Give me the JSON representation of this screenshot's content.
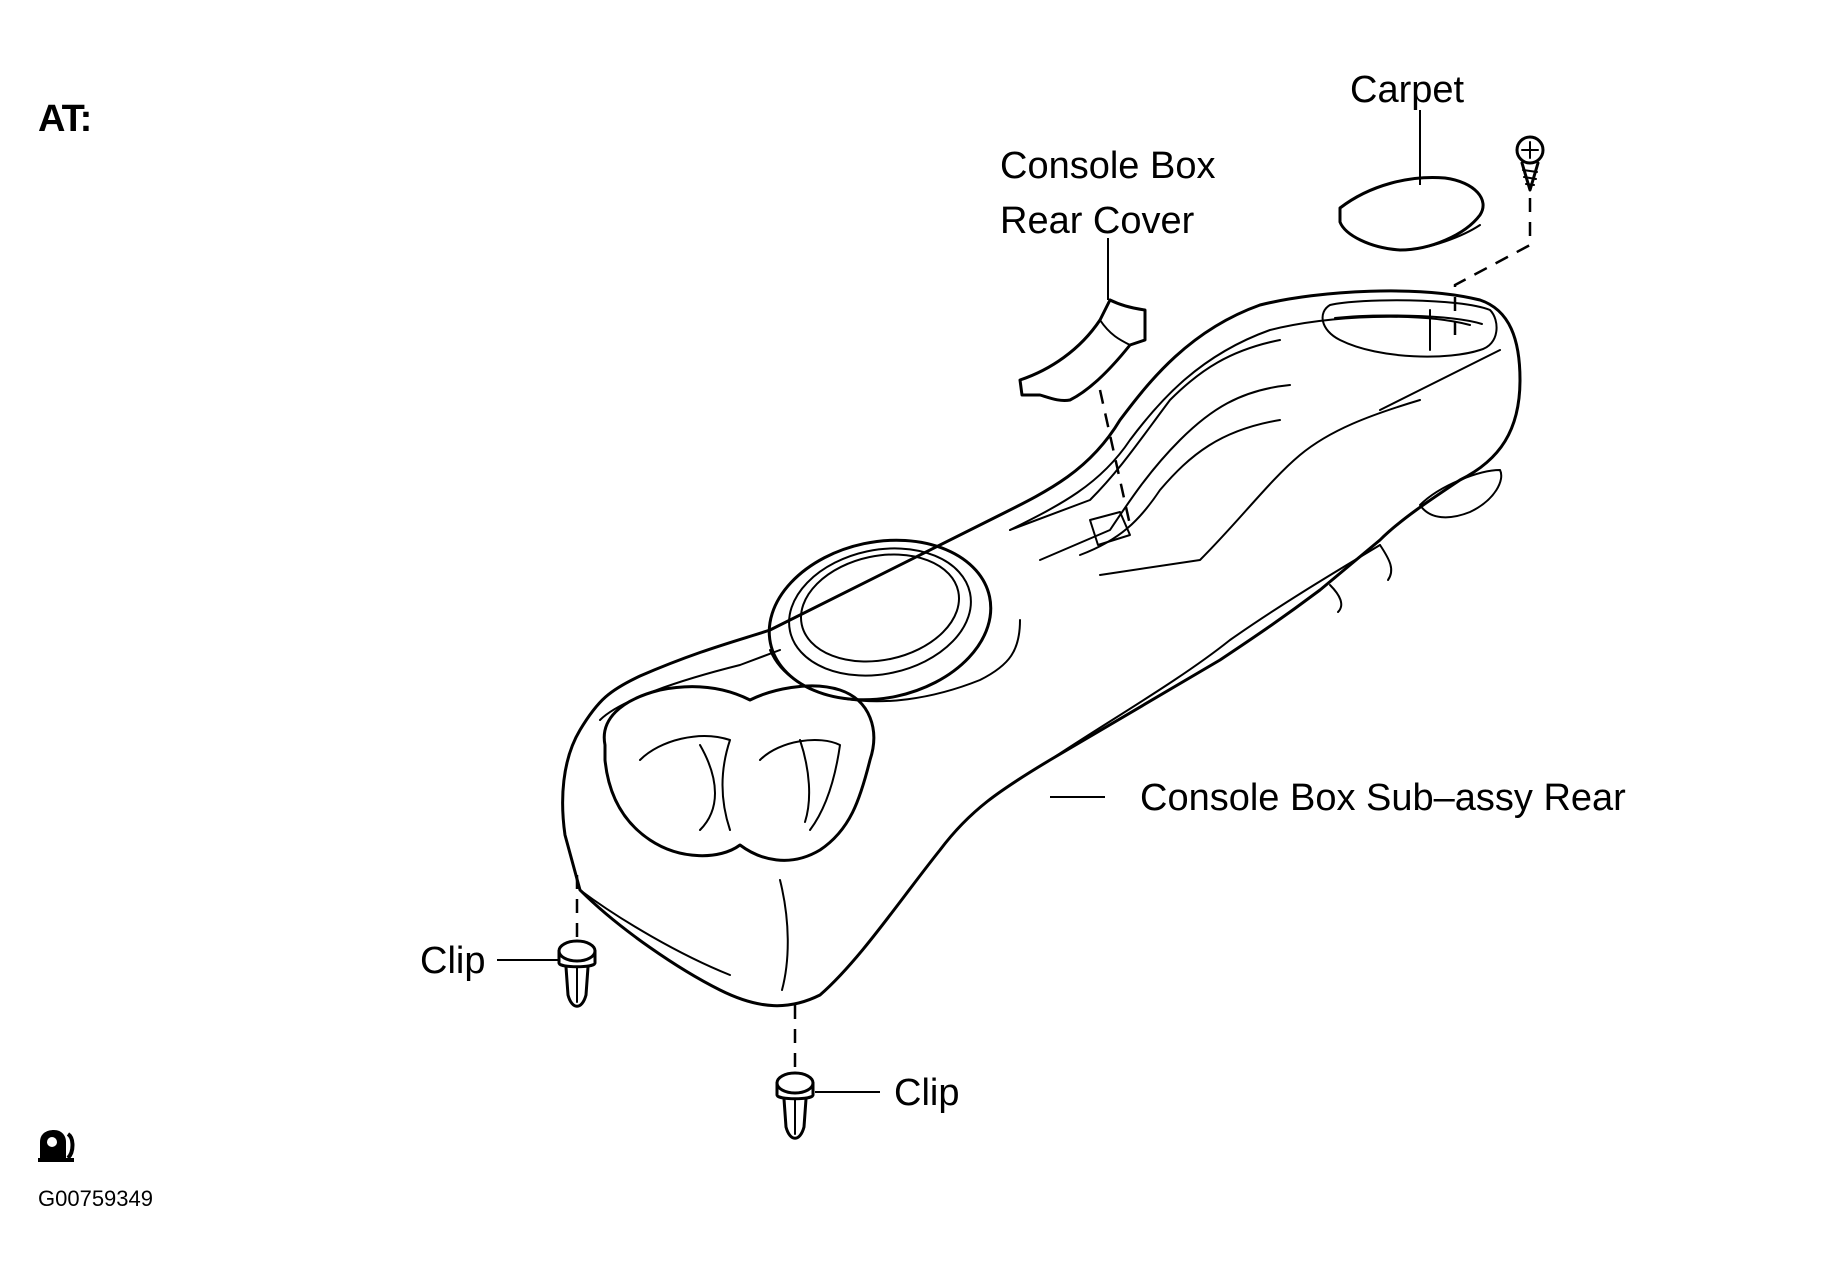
{
  "heading": "AT:",
  "figure_id": "G00759349",
  "labels": {
    "carpet": "Carpet",
    "rear_cover_line1": "Console Box",
    "rear_cover_line2": "Rear Cover",
    "sub_assy": "Console Box Sub–assy Rear",
    "clip_left": "Clip",
    "clip_bottom": "Clip"
  },
  "icons": {
    "corner_symbol": "workshop-manual-icon",
    "screw": "screw-icon"
  }
}
